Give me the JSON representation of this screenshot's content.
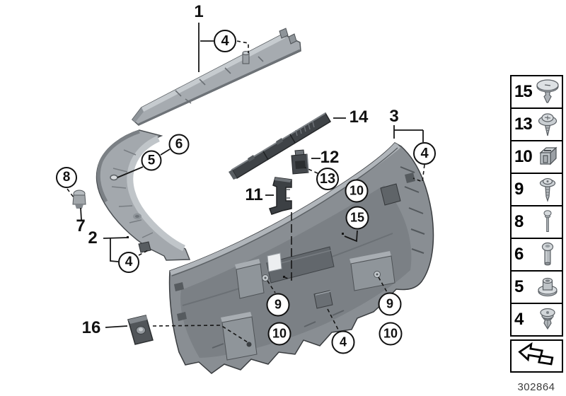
{
  "callouts": {
    "n1": "1",
    "n2": "2",
    "n3": "3",
    "n4": "4",
    "n5": "5",
    "n6": "6",
    "n7": "7",
    "n8": "8",
    "n9": "9",
    "n10": "10",
    "n11": "11",
    "n12": "12",
    "n13": "13",
    "n14": "14",
    "n15": "15",
    "n16": "16"
  },
  "legend": {
    "items": [
      {
        "number": "15",
        "icon": "push-pin-rivet-icon"
      },
      {
        "number": "13",
        "icon": "screw-with-washer-icon"
      },
      {
        "number": "10",
        "icon": "cage-nut-clip-icon"
      },
      {
        "number": "9",
        "icon": "self-tapping-screw-icon"
      },
      {
        "number": "8",
        "icon": "blind-rivet-icon"
      },
      {
        "number": "6",
        "icon": "round-head-bolt-icon"
      },
      {
        "number": "5",
        "icon": "grommet-icon"
      },
      {
        "number": "4",
        "icon": "expanding-clip-icon"
      }
    ],
    "arrow_icon": "related-diagram-arrow-icon"
  },
  "footer": {
    "doc_number": "302864"
  },
  "colors": {
    "line": "#161616",
    "part_light": "#c3c8cc",
    "part_mid": "#9aa0a5",
    "part_dark": "#3f4347",
    "panel": "#898e93"
  }
}
